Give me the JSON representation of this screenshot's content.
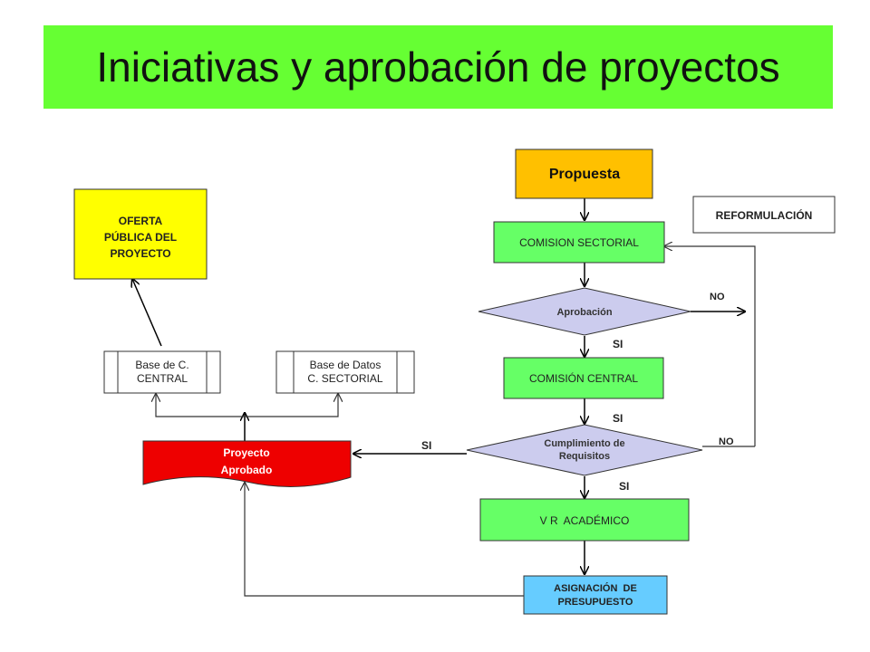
{
  "title": "Iniciativas y aprobación de proyectos",
  "nodes": {
    "propuesta": "Propuesta",
    "reformulacion": "REFORMULACIÓN",
    "comision_sectorial": "COMISION SECTORIAL",
    "aprobacion": "Aprobación",
    "comision_central": "COMISIÓN CENTRAL",
    "cumplimiento_1": "Cumplimiento de",
    "cumplimiento_2": "Requisitos",
    "vr_academico": "V R  ACADÉMICO",
    "asignacion_1": "ASIGNACIÓN  DE",
    "asignacion_2": "PRESUPUESTO",
    "proyecto_1": "Proyecto",
    "proyecto_2": "Aprobado",
    "base_central_1": "Base de C.",
    "base_central_2": "CENTRAL",
    "base_sectorial_1": "Base de Datos",
    "base_sectorial_2": "C. SECTORIAL",
    "oferta_1": "OFERTA",
    "oferta_2": "PÚBLICA DEL",
    "oferta_3": "PROYECTO"
  },
  "labels": {
    "no_aprobacion": "NO",
    "si_aprobacion": "SI",
    "si_central": "SI",
    "no_cumplimiento": "NO",
    "si_cumplimiento_left": "SI",
    "si_cumplimiento_down": "SI"
  },
  "colors": {
    "title_bg": "#66ff33",
    "green_box": "#66ff66",
    "orange_box": "#ffc000",
    "yellow_box": "#ffff00",
    "diamond": "#ccccee",
    "red_box": "#ee0000",
    "blue_box": "#66ccff"
  }
}
